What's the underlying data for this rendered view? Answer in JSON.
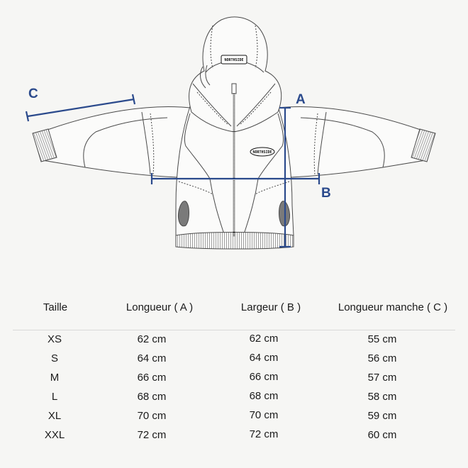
{
  "diagram": {
    "labels": {
      "a": "A",
      "b": "B",
      "c": "C"
    },
    "logo_text": "NORTHSIDE",
    "accent_color": "#2b4a8c",
    "line_color": "#4a4a4a"
  },
  "table": {
    "headers": [
      "Taille",
      "Longueur ( A )",
      "Largeur ( B )",
      "Longueur manche ( C )"
    ],
    "rows": [
      [
        "XS",
        "62 cm",
        "62 cm",
        "55 cm"
      ],
      [
        "S",
        "64 cm",
        "64 cm",
        "56 cm"
      ],
      [
        "M",
        "66 cm",
        "66 cm",
        "57 cm"
      ],
      [
        "L",
        "68 cm",
        "68 cm",
        "58 cm"
      ],
      [
        "XL",
        "70 cm",
        "70 cm",
        "59 cm"
      ],
      [
        "XXL",
        "72 cm",
        "72 cm",
        "60 cm"
      ]
    ]
  }
}
